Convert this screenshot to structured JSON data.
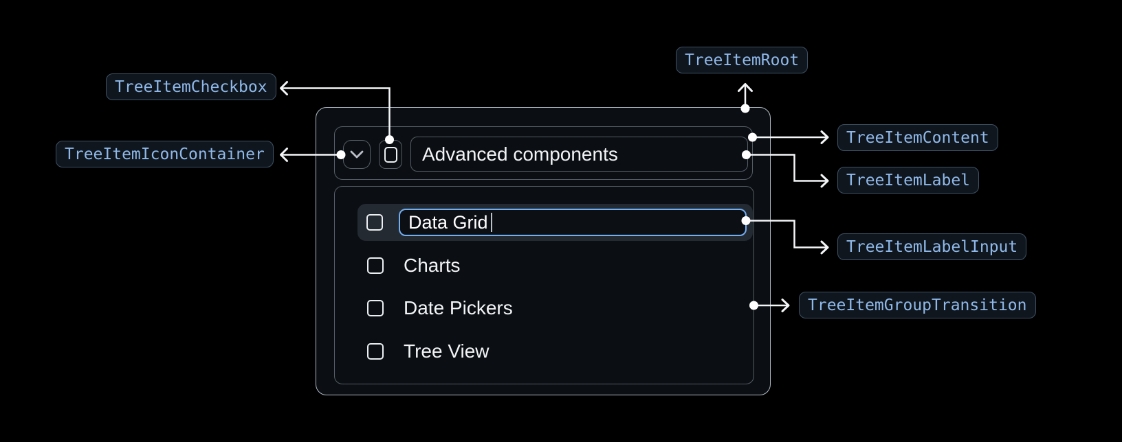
{
  "anatomy": {
    "root": "TreeItemRoot",
    "content": "TreeItemContent",
    "label": "TreeItemLabel",
    "label_input": "TreeItemLabelInput",
    "group_transition": "TreeItemGroupTransition",
    "checkbox": "TreeItemCheckbox",
    "icon_container": "TreeItemIconContainer"
  },
  "tree": {
    "parent": {
      "label": "Advanced components",
      "expanded": true,
      "checked": false
    },
    "editing_item": {
      "value": "Data Grid",
      "checked": false,
      "editing": true
    },
    "items": [
      {
        "label": "Charts",
        "checked": false
      },
      {
        "label": "Date Pickers",
        "checked": false
      },
      {
        "label": "Tree View",
        "checked": false
      }
    ]
  },
  "icons": {
    "expand": "chevron-down-icon",
    "checkbox": "checkbox-unchecked-icon"
  },
  "colors": {
    "background": "#000000",
    "card_border": "#b3bdc7",
    "inner_border": "#565d66",
    "focus_blue": "#72aef2",
    "row_highlight": "#242a32",
    "chip_background": "#10161e",
    "chip_border": "#3e5164",
    "chip_text": "#8fb9ea",
    "text": "#f2f4f6",
    "wire": "#f4f6f8"
  }
}
